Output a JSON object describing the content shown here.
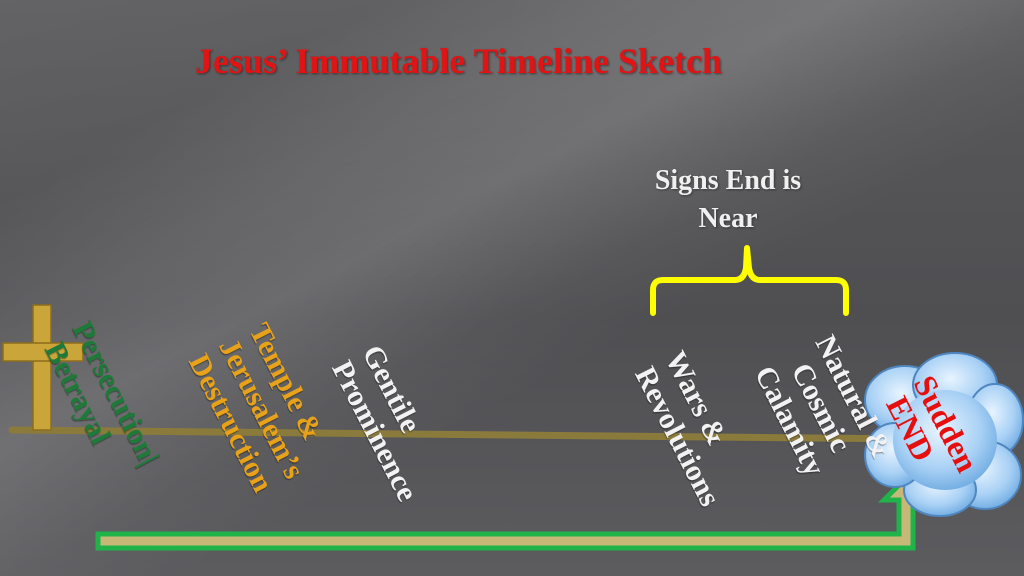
{
  "title": "Jesus’ Immutable Timeline Sketch",
  "signs_label": {
    "line1": "Signs End is",
    "line2": "Near"
  },
  "labels": {
    "persecution": {
      "line1": "Persecution|",
      "line2": "Betrayal"
    },
    "temple": {
      "line1": "Temple &",
      "line2": "Jerusalem’s",
      "line3": "Destruction"
    },
    "gentile": {
      "line1": "Gentile",
      "line2": "Prominence"
    },
    "wars": {
      "line1": "Wars &",
      "line2": "Revolutions"
    },
    "natural": {
      "line1": "Natural &",
      "line2": "Cosmic",
      "line3": "Calamity"
    }
  },
  "end_label": {
    "line1": "Sudden",
    "line2": "END"
  },
  "colors": {
    "title": "#e01414",
    "timeline": "#8a7a3c",
    "cross": "#c9a53a",
    "brace": "#ffff00",
    "arrow_outer": "#1fb34a",
    "arrow_inner": "#c8b878",
    "persecution": "#1f7a3a",
    "temple_line1": "#e8a21a",
    "temple_line2": "#e8a21a",
    "temple_line3": "#d79a18",
    "label_light": "#f2f2f2",
    "cloud": "#9cc8f0",
    "end_text": "#e60f0f"
  },
  "icons": [
    "cross-icon",
    "cloud-icon",
    "brace-icon",
    "arrow-icon"
  ]
}
